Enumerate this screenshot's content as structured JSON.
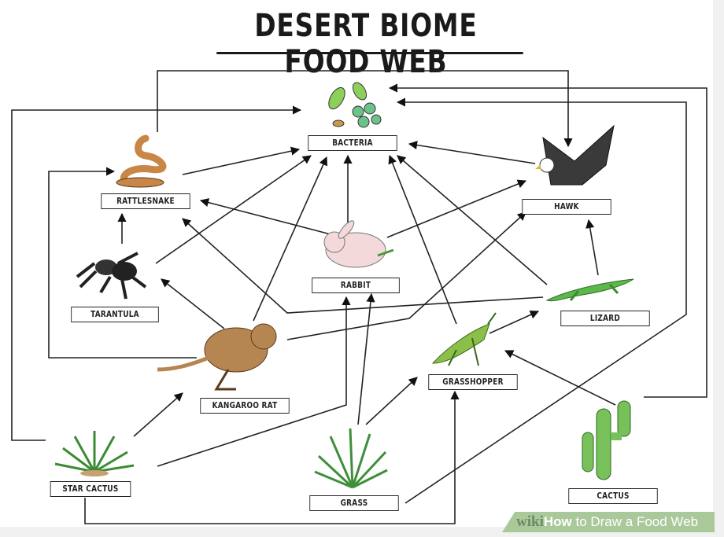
{
  "title": "DESERT BIOME FOOD WEB",
  "labels": {
    "bacteria": "BACTERIA",
    "rattlesnake": "RATTLESNAKE",
    "hawk": "HAWK",
    "tarantula": "TARANTULA",
    "rabbit": "RABBIT",
    "lizard": "LIZARD",
    "kangaroo_rat": "KANGAROO RAT",
    "grasshopper": "GRASSHOPPER",
    "star_cactus": "STAR CACTUS",
    "grass": "GRASS",
    "cactus": "CACTUS"
  },
  "watermark": {
    "brand": "wiki",
    "how": "How",
    "rest": " to Draw a Food Web"
  }
}
